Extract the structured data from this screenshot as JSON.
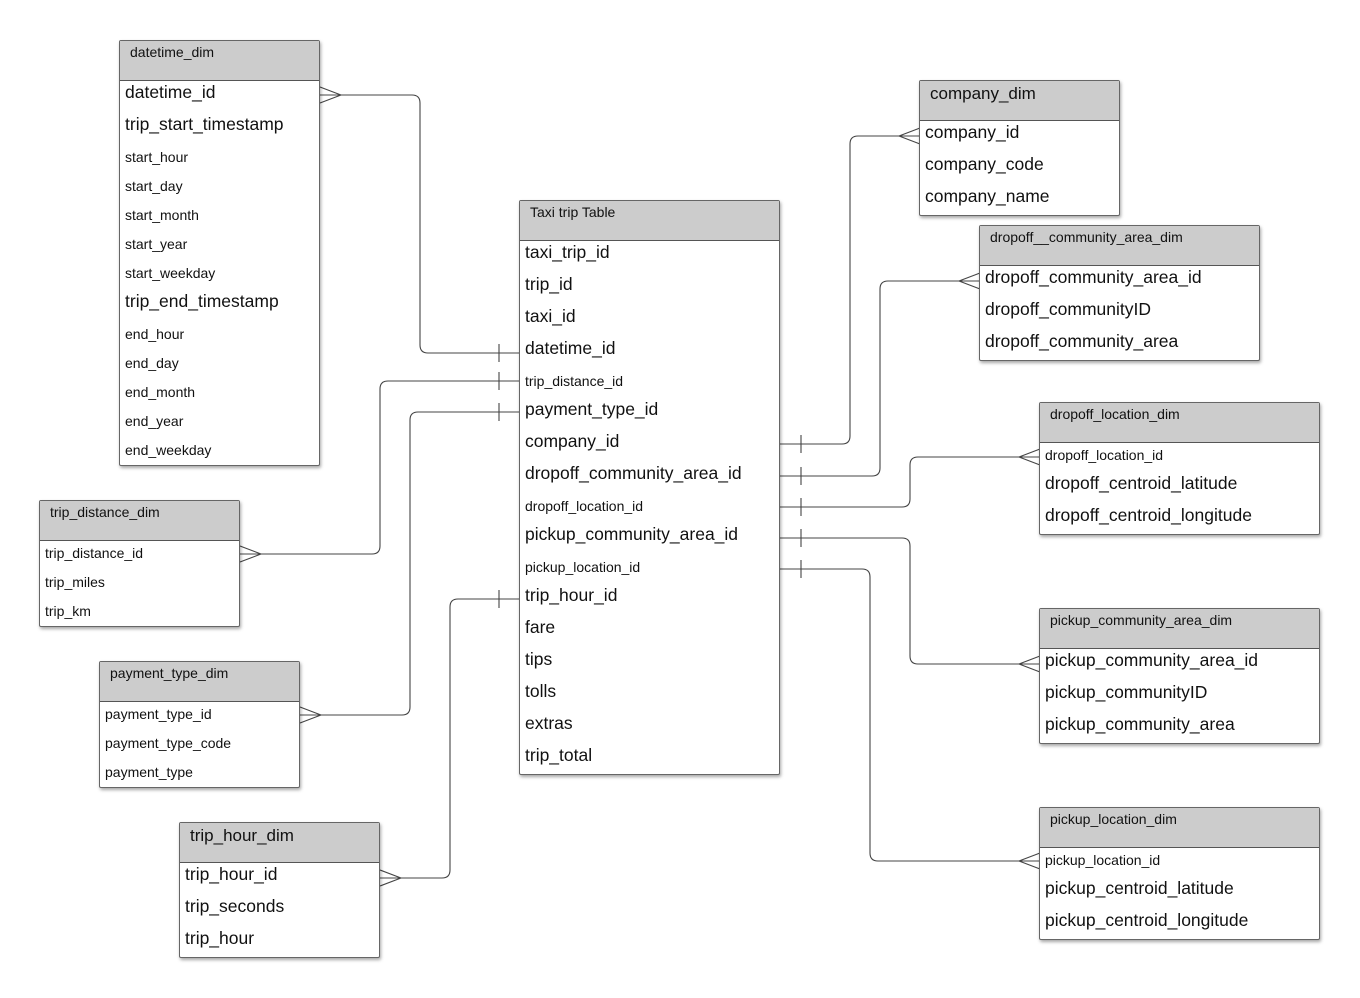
{
  "entities": {
    "datetime_dim": {
      "title": "datetime_dim",
      "fields": [
        "datetime_id",
        "trip_start_timestamp",
        "start_hour",
        "start_day",
        "start_month",
        "start_year",
        "start_weekday",
        "trip_end_timestamp",
        "end_hour",
        "end_day",
        "end_month",
        "end_year",
        "end_weekday"
      ]
    },
    "trip_distance_dim": {
      "title": "trip_distance_dim",
      "fields": [
        "trip_distance_id",
        "trip_miles",
        "trip_km"
      ]
    },
    "payment_type_dim": {
      "title": "payment_type_dim",
      "fields": [
        "payment_type_id",
        "payment_type_code",
        "payment_type"
      ]
    },
    "trip_hour_dim": {
      "title": "trip_hour_dim",
      "fields": [
        "trip_hour_id",
        "trip_seconds",
        "trip_hour"
      ]
    },
    "taxi_trip": {
      "title": "Taxi trip Table",
      "fields": [
        "taxi_trip_id",
        "trip_id",
        "taxi_id",
        "datetime_id",
        "trip_distance_id",
        "payment_type_id",
        "company_id",
        "dropoff_community_area_id",
        "dropoff_location_id",
        "pickup_community_area_id",
        "pickup_location_id",
        "trip_hour_id",
        "fare",
        "tips",
        "tolls",
        "extras",
        "trip_total"
      ]
    },
    "company_dim": {
      "title": "company_dim",
      "fields": [
        "company_id",
        "company_code",
        "company_name"
      ]
    },
    "dropoff_community_area_dim": {
      "title": "dropoff__community_area_dim",
      "fields": [
        "dropoff_community_area_id",
        "dropoff_communityID",
        "dropoff_community_area"
      ]
    },
    "dropoff_location_dim": {
      "title": "dropoff_location_dim",
      "fields": [
        "dropoff_location_id",
        "dropoff_centroid_latitude",
        "dropoff_centroid_longitude"
      ]
    },
    "pickup_community_area_dim": {
      "title": "pickup_community_area_dim",
      "fields": [
        "pickup_community_area_id",
        "pickup_communityID",
        "pickup_community_area"
      ]
    },
    "pickup_location_dim": {
      "title": "pickup_location_dim",
      "fields": [
        "pickup_location_id",
        "pickup_centroid_latitude",
        "pickup_centroid_longitude"
      ]
    }
  },
  "relationships": [
    {
      "from": "taxi_trip.datetime_id",
      "to": "datetime_dim.datetime_id",
      "from_card": "one",
      "to_card": "many"
    },
    {
      "from": "taxi_trip.trip_distance_id",
      "to": "trip_distance_dim.trip_distance_id",
      "from_card": "one",
      "to_card": "many"
    },
    {
      "from": "taxi_trip.payment_type_id",
      "to": "payment_type_dim.payment_type_id",
      "from_card": "one",
      "to_card": "many"
    },
    {
      "from": "taxi_trip.trip_hour_id",
      "to": "trip_hour_dim.trip_hour_id",
      "from_card": "one",
      "to_card": "many"
    },
    {
      "from": "taxi_trip.company_id",
      "to": "company_dim.company_id",
      "from_card": "one",
      "to_card": "many"
    },
    {
      "from": "taxi_trip.dropoff_community_area_id",
      "to": "dropoff_community_area_dim.dropoff_community_area_id",
      "from_card": "one",
      "to_card": "many"
    },
    {
      "from": "taxi_trip.dropoff_location_id",
      "to": "dropoff_location_dim.dropoff_location_id",
      "from_card": "one",
      "to_card": "many"
    },
    {
      "from": "taxi_trip.pickup_community_area_id",
      "to": "pickup_community_area_dim.pickup_community_area_id",
      "from_card": "one",
      "to_card": "many"
    },
    {
      "from": "taxi_trip.pickup_location_id",
      "to": "pickup_location_dim.pickup_location_id",
      "from_card": "one",
      "to_card": "many"
    }
  ],
  "colors": {
    "header_fill": "#cccccc",
    "border": "#666666",
    "line": "#444444"
  }
}
